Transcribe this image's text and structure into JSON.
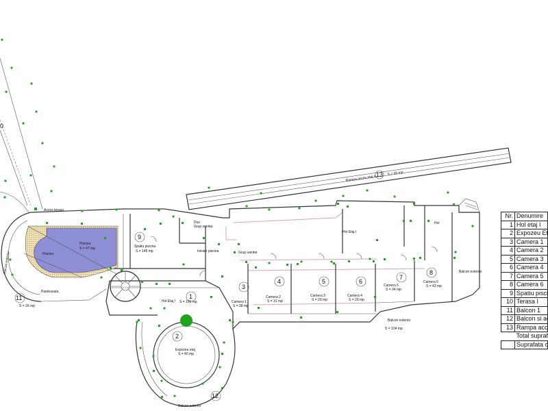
{
  "legend": {
    "header_nr": "Nr.",
    "header_name": "Denumire",
    "rows": [
      {
        "nr": "1",
        "name": "Hol etaj I"
      },
      {
        "nr": "2",
        "name": "Expozeu Etaj"
      },
      {
        "nr": "3",
        "name": "Camera 1"
      },
      {
        "nr": "4",
        "name": "Camera 2"
      },
      {
        "nr": "5",
        "name": "Camera 3"
      },
      {
        "nr": "6",
        "name": "Camera 4"
      },
      {
        "nr": "7",
        "name": "Camera 5"
      },
      {
        "nr": "8",
        "name": "Camera 6"
      },
      {
        "nr": "9",
        "name": "Spatiu piscina"
      },
      {
        "nr": "10",
        "name": "Terasa I"
      },
      {
        "nr": "11",
        "name": "Balcon 1"
      },
      {
        "nr": "12",
        "name": "Balcon si acce"
      },
      {
        "nr": "13",
        "name": "Rampa acces"
      }
    ],
    "total": "Total suprafa",
    "built": "Suprafata co"
  },
  "labels": {
    "rampa": "Rampa acces etaj II",
    "rampa_area": "S = 95 mp",
    "hol_etaj": "Hol Etaj I",
    "hol": "Hol",
    "hol_etaj_small": "Hol Etaj I",
    "hol_area": "S = 166 mp",
    "spatiu_piscina": "Spatiu piscina",
    "spatiu_area": "S = 145 mp",
    "dus": "Dus",
    "grup_sanitar": "Grup sanitar",
    "intrare_piscina": "Intrare piscina",
    "grup_sanitar2": "Grup sanitar",
    "piscina": "Piscina",
    "piscina_area": "S = 47 mp",
    "acces_terasa": "Acces terasa",
    "pardoseala": "Pardoseala",
    "balcon_area": "S = 26 mp",
    "camera1": "Camera 1",
    "camera1_area": "S = 38 mp",
    "camera2": "Camera 2",
    "camera2_area": "S = 31 mp",
    "camera3": "Camera 3",
    "camera3_area": "S = 29 mp",
    "camera4": "Camera 4",
    "camera4_area": "S = 29 mp",
    "camera5": "Camera 5",
    "camera5_area": "S = 34 mp",
    "camera6": "Camera 6",
    "camera6_area": "S = 42 mp",
    "balcon_exterior": "Balcon exterior",
    "balcon_exterior2": "Balcon exterior",
    "balcon_exterior2_area": "S = 104 mp",
    "balcon_exterior3": "Balcon exterior",
    "expozeu": "Expozeu etaj",
    "expozeu_area": "S = 40 mp",
    "terasa_num": "0",
    "n1": "1",
    "n2": "2",
    "n3": "3",
    "n4": "4",
    "n5": "5",
    "n6": "6",
    "n7": "7",
    "n8": "8",
    "n9": "9",
    "n11": "11",
    "n12": "12",
    "n13": "13"
  },
  "colors": {
    "pool": "#8f8fd6",
    "pool_edge": "#e6cfa0",
    "markers": "#1fa31f"
  }
}
